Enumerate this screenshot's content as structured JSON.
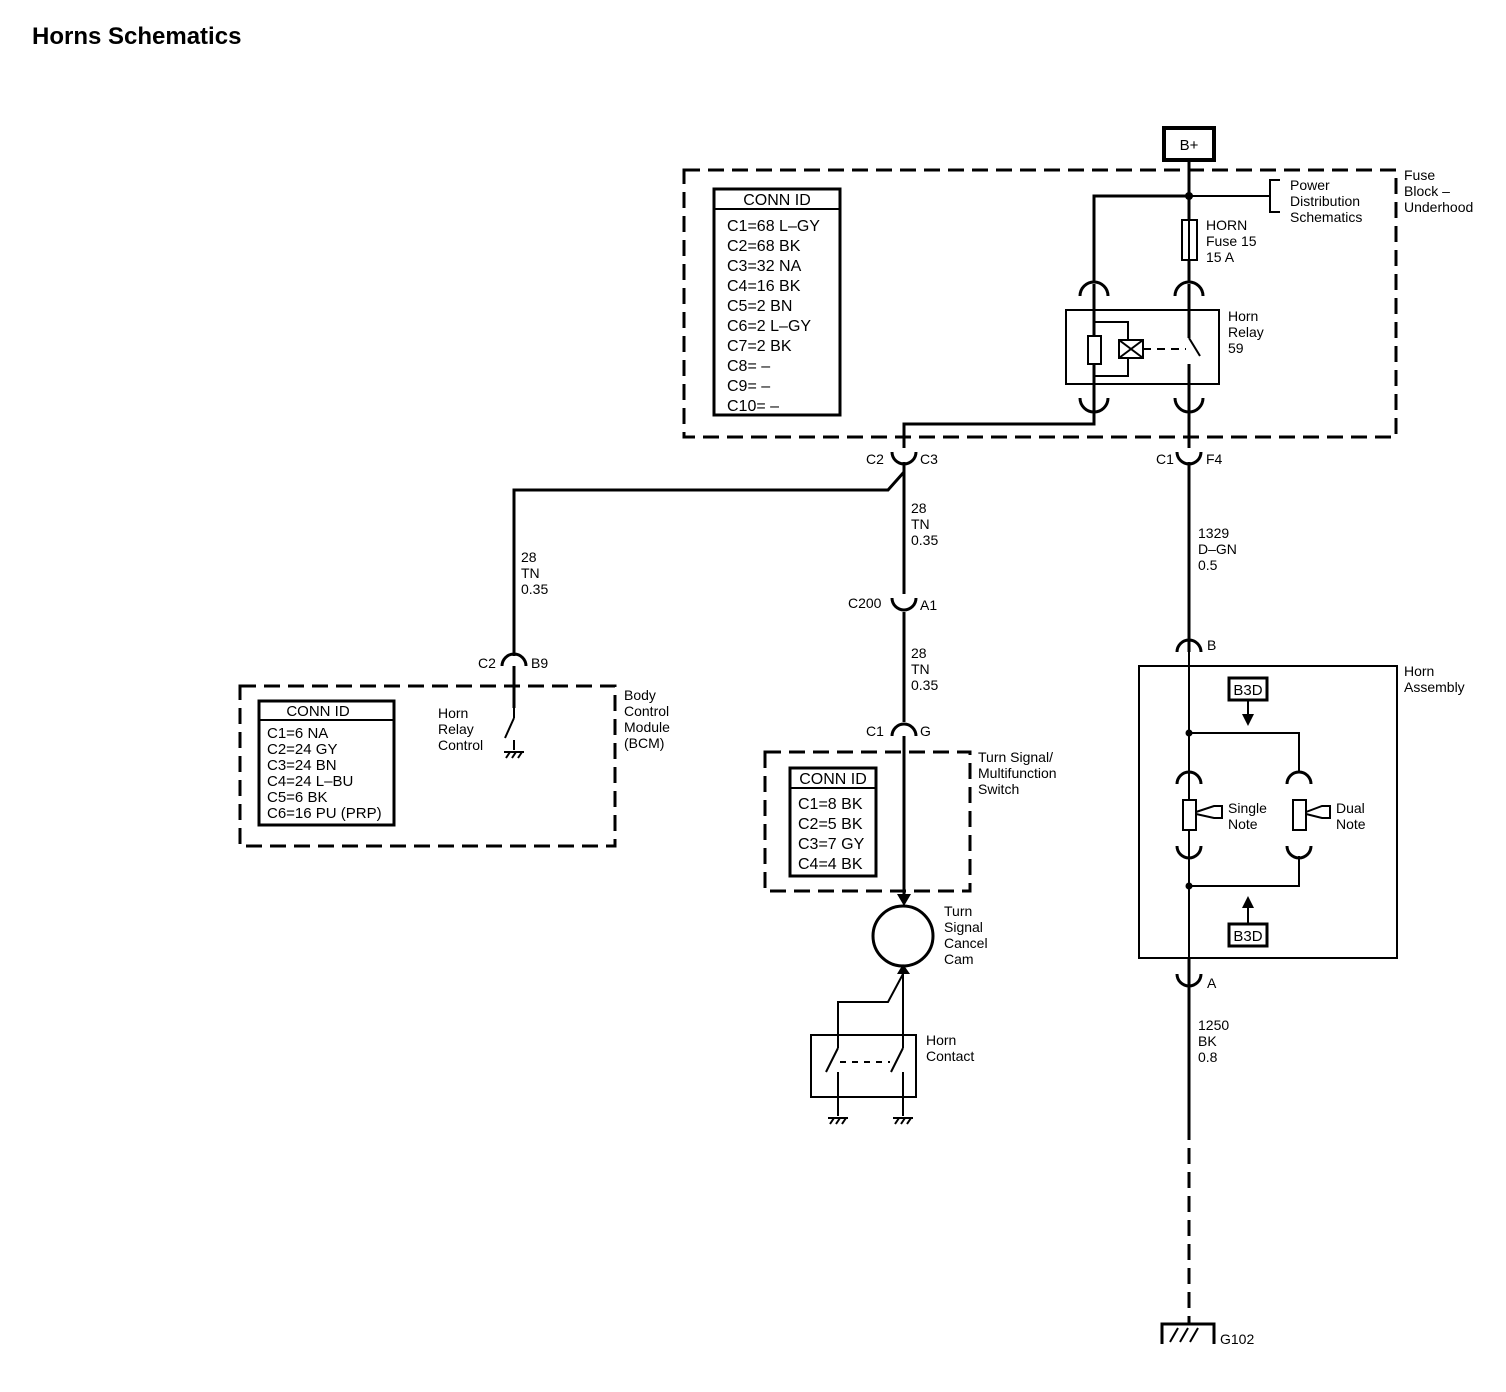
{
  "title": "Horns Schematics",
  "battery": "B+",
  "fuse_block": {
    "name": [
      "Fuse",
      "Block –",
      "Underhood"
    ],
    "power_ref": [
      "Power",
      "Distribution",
      "Schematics"
    ],
    "fuse": [
      "HORN",
      "Fuse 15",
      "15 A"
    ],
    "relay": [
      "Horn",
      "Relay",
      "59"
    ],
    "conn_id": {
      "header": "CONN ID",
      "rows": [
        "C1=68 L–GY",
        "C2=68 BK",
        "C3=32 NA",
        "C4=16 BK",
        "C5=2 BN",
        "C6=2 L–GY",
        "C7=2 BK",
        "C8= –",
        "C9= –",
        "C10= –"
      ]
    }
  },
  "connectors": {
    "c2_c3": [
      "C2",
      "C3"
    ],
    "c1_f4": [
      "C1",
      "F4"
    ],
    "c200_a1": [
      "C200",
      "A1"
    ],
    "c1_g": [
      "C1",
      "G"
    ],
    "c2_b9": [
      "C2",
      "B9"
    ],
    "b": "B",
    "a": "A"
  },
  "wires": {
    "relay_to_switch_upper": [
      "28",
      "TN",
      "0.35"
    ],
    "relay_to_switch_lower": [
      "28",
      "TN",
      "0.35"
    ],
    "to_bcm": [
      "28",
      "TN",
      "0.35"
    ],
    "to_horn": [
      "1329",
      "D–GN",
      "0.5"
    ],
    "to_ground": [
      "1250",
      "BK",
      "0.8"
    ]
  },
  "bcm": {
    "name": [
      "Body",
      "Control",
      "Module",
      "(BCM)"
    ],
    "control": [
      "Horn",
      "Relay",
      "Control"
    ],
    "conn_id": {
      "header": "CONN ID",
      "rows": [
        "C1=6 NA",
        "C2=24 GY",
        "C3=24 BN",
        "C4=24 L–BU",
        "C5=6 BK",
        "C6=16 PU (PRP)"
      ]
    }
  },
  "switch": {
    "name": [
      "Turn Signal/",
      "Multifunction",
      "Switch"
    ],
    "conn_id": {
      "header": "CONN ID",
      "rows": [
        "C1=8 BK",
        "C2=5 BK",
        "C3=7 GY",
        "C4=4 BK"
      ]
    },
    "cam": [
      "Turn",
      "Signal",
      "Cancel",
      "Cam"
    ],
    "contact": [
      "Horn",
      "Contact"
    ]
  },
  "horn_assembly": {
    "name": [
      "Horn",
      "Assembly"
    ],
    "ref_top": "B3D",
    "ref_bottom": "B3D",
    "single": [
      "Single",
      "Note"
    ],
    "dual": [
      "Dual",
      "Note"
    ]
  },
  "ground": "G102"
}
